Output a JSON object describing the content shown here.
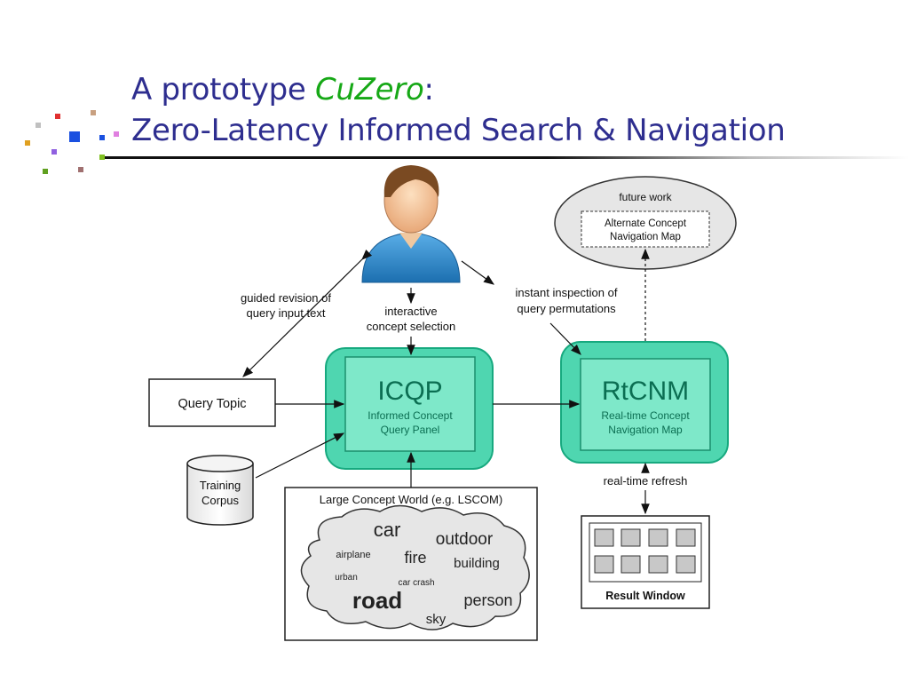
{
  "slide": {
    "title_line1_pre": "A prototype ",
    "title_line1_italic": "CuZero",
    "title_line1_post": ":",
    "title_line2": "Zero-Latency Informed Search & Navigation",
    "title_color": "#2e2e8f",
    "italic_color": "#16a816"
  },
  "diagram": {
    "user_icon": "user-avatar-icon",
    "future_work": {
      "label": "future work",
      "box_line1": "Alternate Concept",
      "box_line2": "Navigation Map"
    },
    "labels": {
      "guided_line1": "guided revision of",
      "guided_line2": "query input text",
      "interactive_line1": "interactive",
      "interactive_line2": "concept selection",
      "instant_line1": "instant inspection of",
      "instant_line2": "query permutations",
      "realtime_refresh": "real-time refresh"
    },
    "query_topic": "Query Topic",
    "training_corpus_line1": "Training",
    "training_corpus_line2": "Corpus",
    "icqp": {
      "acronym": "ICQP",
      "line1": "Informed Concept",
      "line2": "Query Panel"
    },
    "rtcnm": {
      "acronym": "RtCNM",
      "line1": "Real-time Concept",
      "line2": "Navigation Map"
    },
    "concept_world": {
      "title": "Large Concept World (e.g. LSCOM)",
      "words": {
        "car": "car",
        "outdoor": "outdoor",
        "airplane": "airplane",
        "fire": "fire",
        "building": "building",
        "urban": "urban",
        "car_crash": "car crash",
        "road": "road",
        "person": "person",
        "sky": "sky"
      }
    },
    "result_window": "Result Window",
    "colors": {
      "panel_fill": "#4fd6b0",
      "panel_inner": "#7ee8c9",
      "panel_stroke": "#17a97f",
      "panel_text": "#0b6e52"
    }
  }
}
